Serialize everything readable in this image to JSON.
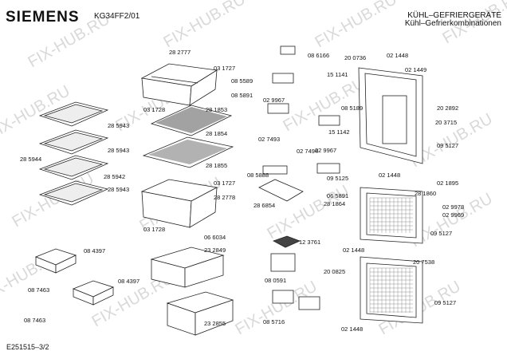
{
  "header": {
    "brand": "SIEMENS",
    "model": "KG34FF2/01",
    "category_line1": "KÜHL–GEFRIERGERÄTE",
    "category_line2": "Kühl–Gefrierkombinationen"
  },
  "footer": {
    "doc_id": "E251515–3/2"
  },
  "watermark": "FIX-HUB.RU",
  "part_labels": [
    "28 2777",
    "03 1727",
    "03 1728",
    "28 1853",
    "28 1854",
    "28 1855",
    "03 1727",
    "28 2778",
    "03 1728",
    "06 6034",
    "23 2849",
    "23 2855",
    "28 5943",
    "28 5943",
    "28 5944",
    "28 5942",
    "28 5943",
    "08 4397",
    "08 7463",
    "08 4397",
    "08 7463",
    "08 6166",
    "08 5589",
    "08 5891",
    "15 1141",
    "02 9967",
    "08 5189",
    "15 1142",
    "02 7493",
    "02 7494",
    "02 9967",
    "08 5888",
    "28 6854",
    "09 5125",
    "06 5891",
    "28 1864",
    "20 0736",
    "02 1448",
    "02 1449",
    "20 2892",
    "20 3715",
    "09 5127",
    "02 1448",
    "02 1895",
    "28 1860",
    "02 9978",
    "02 9969",
    "09 5127",
    "12 3761",
    "08 0591",
    "08 5716",
    "02 1448",
    "20 0825",
    "20 7538",
    "09 5127",
    "02 1448"
  ],
  "colors": {
    "line": "#222222",
    "watermark": "#d9d9d9",
    "background": "#ffffff"
  }
}
